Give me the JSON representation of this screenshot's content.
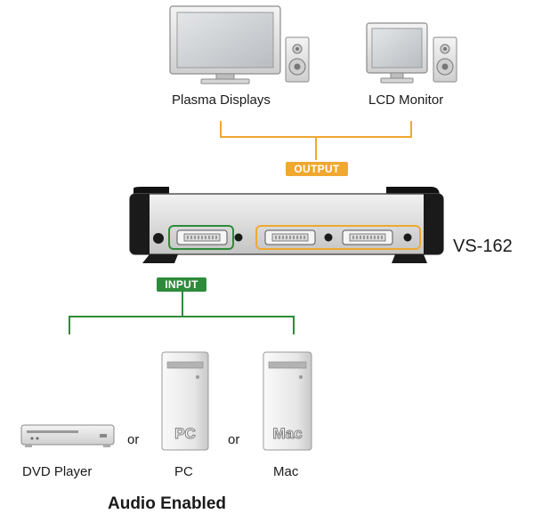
{
  "outputs": [
    {
      "label": "Plasma Displays",
      "icon": "plasma-display-icon"
    },
    {
      "label": "LCD Monitor",
      "icon": "lcd-monitor-icon"
    }
  ],
  "output_tag": "OUTPUT",
  "input_tag": "INPUT",
  "device_model": "VS-162",
  "inputs": [
    {
      "label": "DVD Player",
      "icon": "dvd-player-icon"
    },
    {
      "label": "PC",
      "icon": "pc-tower-icon",
      "badge": "PC"
    },
    {
      "label": "Mac",
      "icon": "mac-tower-icon",
      "badge": "Mac"
    }
  ],
  "separator": "or",
  "footer": "Audio Enabled",
  "colors": {
    "output": "#f0a830",
    "input": "#2e8b3a"
  }
}
